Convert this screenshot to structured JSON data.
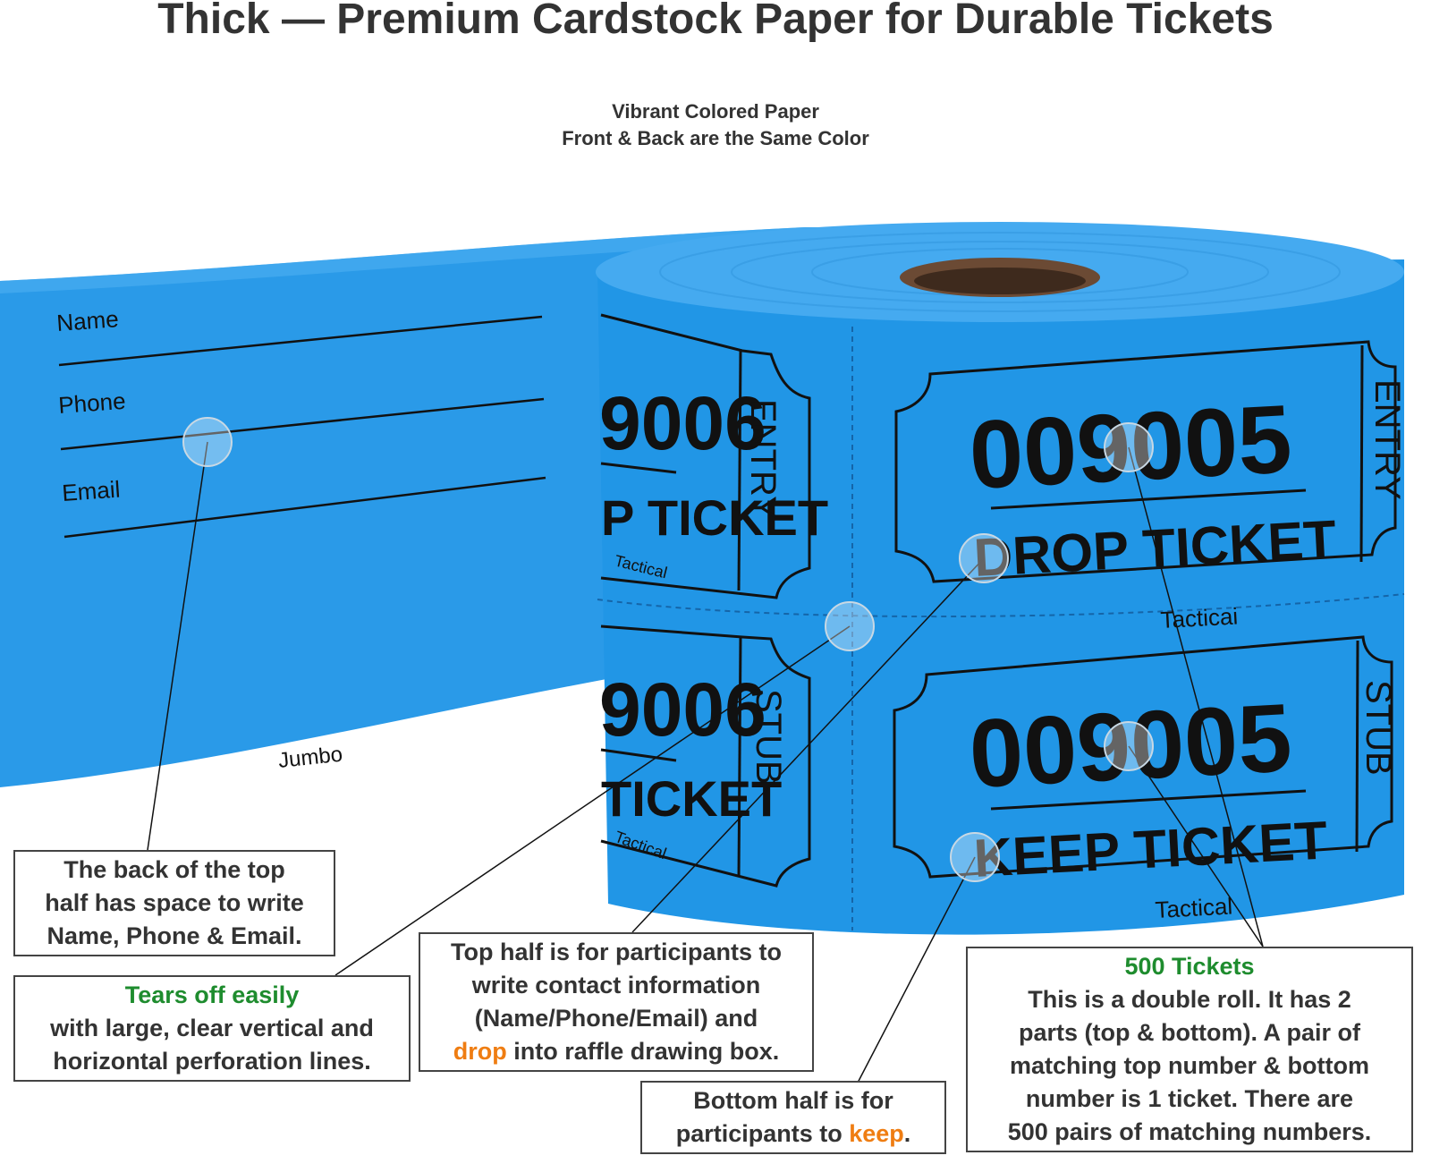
{
  "header": {
    "title": "Thick — Premium Cardstock Paper for Durable Tickets",
    "subtitle_line1": "Vibrant Colored Paper",
    "subtitle_line2": "Front & Back are the Same Color"
  },
  "colors": {
    "ticket_blue": "#2196e6",
    "ticket_blue_dark": "#1a7fcc",
    "ticket_blue_light": "#45aaf0",
    "ink": "#111111",
    "callout_green": "#1e8c2e",
    "callout_orange": "#ef7d12",
    "core_brown": "#6b4a34"
  },
  "strip": {
    "name_label": "Name",
    "phone_label": "Phone",
    "email_label": "Email",
    "brand_label": "Jumbo"
  },
  "roll": {
    "top_left_number": "9006",
    "top_left_text": "P TICKET",
    "top_left_side": "ENTRY",
    "top_left_brand": "Tactical",
    "bottom_left_number": "9006",
    "bottom_left_text": "TICKET",
    "bottom_left_side": "STUB",
    "bottom_left_brand": "Tactical",
    "top_number": "009005",
    "top_text": "DROP TICKET",
    "top_side": "ENTRY",
    "top_brand": "Tacticai",
    "bottom_number": "009005",
    "bottom_text": "KEEP TICKET",
    "bottom_side": "STUB",
    "bottom_brand": "Tactical"
  },
  "callouts": {
    "back": {
      "line1": "The back of the top",
      "line2": "half has space to write",
      "line3": "Name, Phone & Email."
    },
    "tears": {
      "heading": "Tears off easily",
      "line1": "with large, clear vertical and",
      "line2": "horizontal perforation lines."
    },
    "top_half": {
      "line1": "Top half is for participants to",
      "line2": "write contact information",
      "line3": "(Name/Phone/Email) and",
      "highlight": "drop",
      "line4_rest": " into raffle drawing box."
    },
    "bottom_half": {
      "line1": "Bottom half is for",
      "line2_start": "participants to ",
      "highlight": "keep",
      "line2_end": "."
    },
    "tickets": {
      "heading": "500 Tickets",
      "line1": "This is a double roll. It has 2",
      "line2": "parts (top & bottom). A pair of",
      "line3": "matching top number & bottom",
      "line4": "number is 1 ticket. There are",
      "line5": "500 pairs of matching numbers."
    }
  }
}
